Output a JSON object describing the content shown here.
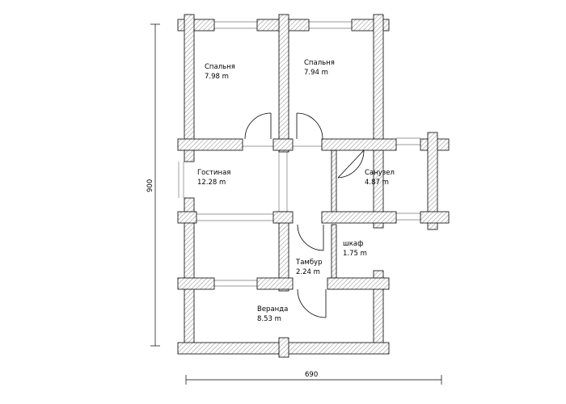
{
  "plan": {
    "rooms": [
      {
        "name": "Спальня",
        "area": "7.98 m"
      },
      {
        "name": "Спальня",
        "area": "7.94 m"
      },
      {
        "name": "Гостиная",
        "area": "12.28 m"
      },
      {
        "name": "Санузел",
        "area": "4.87 m"
      },
      {
        "name": "шкаф",
        "area": "1.75 m"
      },
      {
        "name": "Тамбур",
        "area": "2.24 m"
      },
      {
        "name": "Веранда",
        "area": "8.53 m"
      }
    ],
    "dimensions": {
      "height": "900",
      "width": "690"
    }
  }
}
